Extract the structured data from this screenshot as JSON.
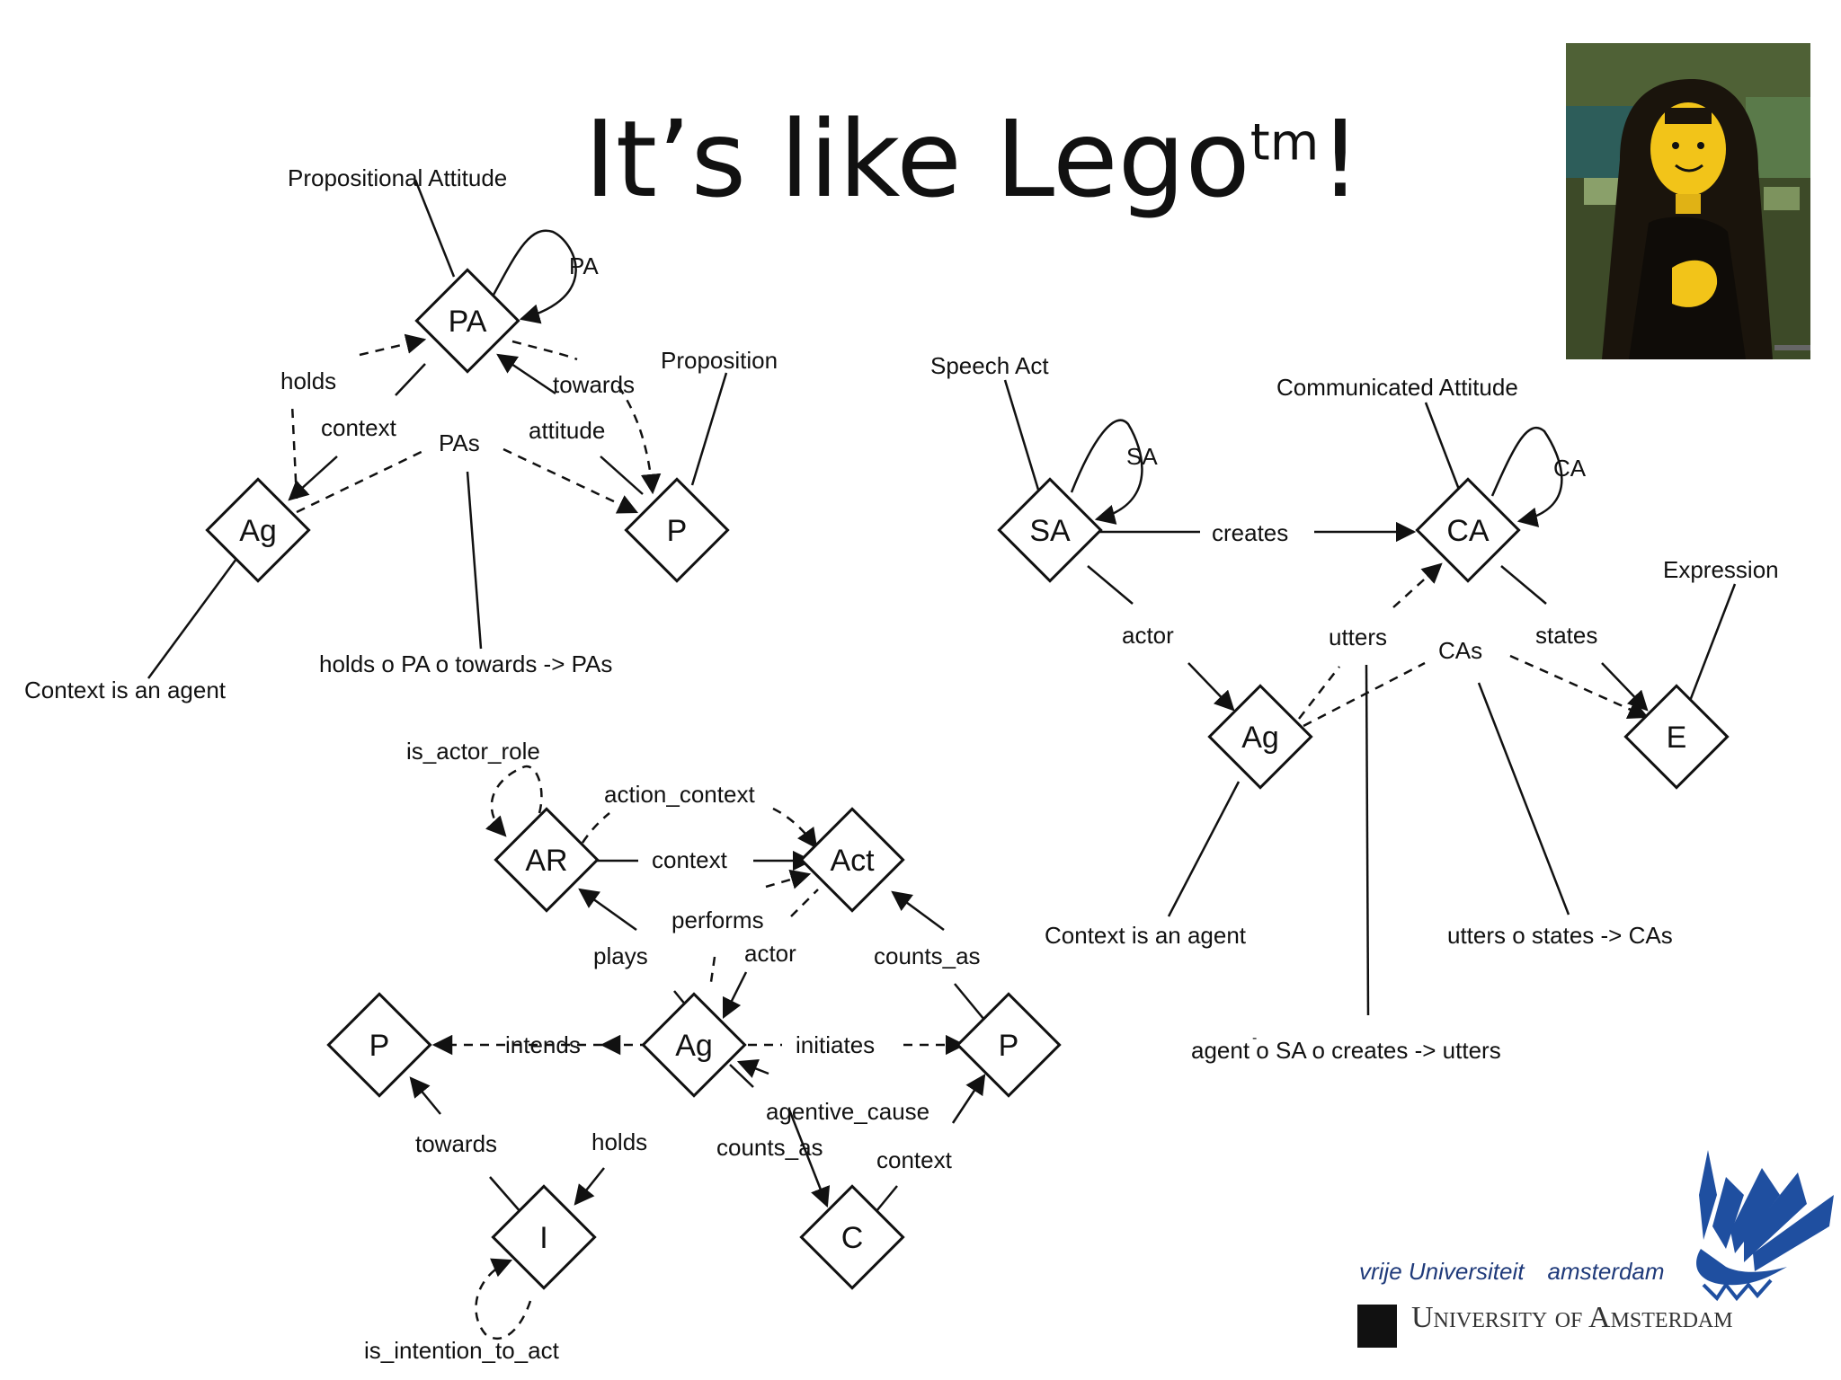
{
  "slide": {
    "title_main": "It’s like Lego",
    "title_sup": "tm",
    "title_end": "!"
  },
  "pattern_propositional_attitude": {
    "annotations": [
      "Propositional Attitude",
      "Proposition",
      "Context is an agent",
      "holds o PA o towards -> PAs"
    ],
    "nodes": [
      "PA",
      "Ag",
      "P"
    ],
    "edges": [
      "PA",
      "holds",
      "towards",
      "context",
      "PAs",
      "attitude"
    ]
  },
  "pattern_speech_act": {
    "annotations": [
      "Speech Act",
      "Communicated Attitude",
      "Expression",
      "Context is an agent",
      "utters o states -> CAs",
      "agent o SA o creates -> utters"
    ],
    "nodes": [
      "SA",
      "CA",
      "Ag",
      "E"
    ],
    "edges": [
      "SA",
      "CA",
      "creates",
      "actor",
      "utters",
      "CAs",
      "states"
    ],
    "superscript_mark": "-"
  },
  "pattern_action": {
    "nodes": [
      "AR",
      "Act",
      "Ag",
      "P",
      "P",
      "I",
      "C"
    ],
    "edges": [
      "is_actor_role",
      "action_context",
      "context",
      "performs",
      "plays",
      "actor",
      "counts_as",
      "intends",
      "initiates",
      "agentive_cause",
      "towards",
      "holds",
      "counts_as",
      "context",
      "is_intention_to_act"
    ]
  },
  "logos": {
    "vu_part1": "vrije Universiteit",
    "vu_part2": "amsterdam",
    "uva": "University of Amsterdam"
  },
  "colors": {
    "vu_blue": "#1f4fa0",
    "text": "#111111"
  }
}
